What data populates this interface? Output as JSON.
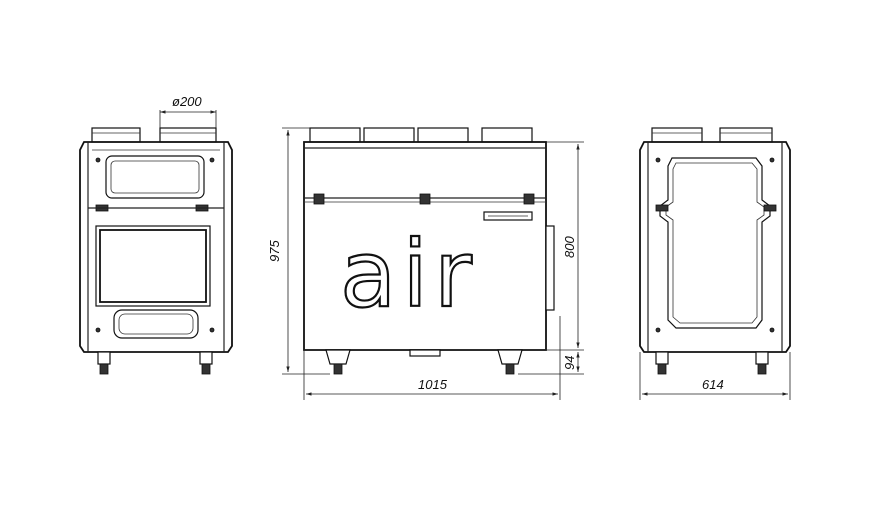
{
  "dimensions": {
    "duct_diameter": "ø200",
    "height_total": "975",
    "width_front": "1015",
    "height_body": "800",
    "foot_height": "94",
    "depth_side": "614"
  },
  "logo_text": "air"
}
